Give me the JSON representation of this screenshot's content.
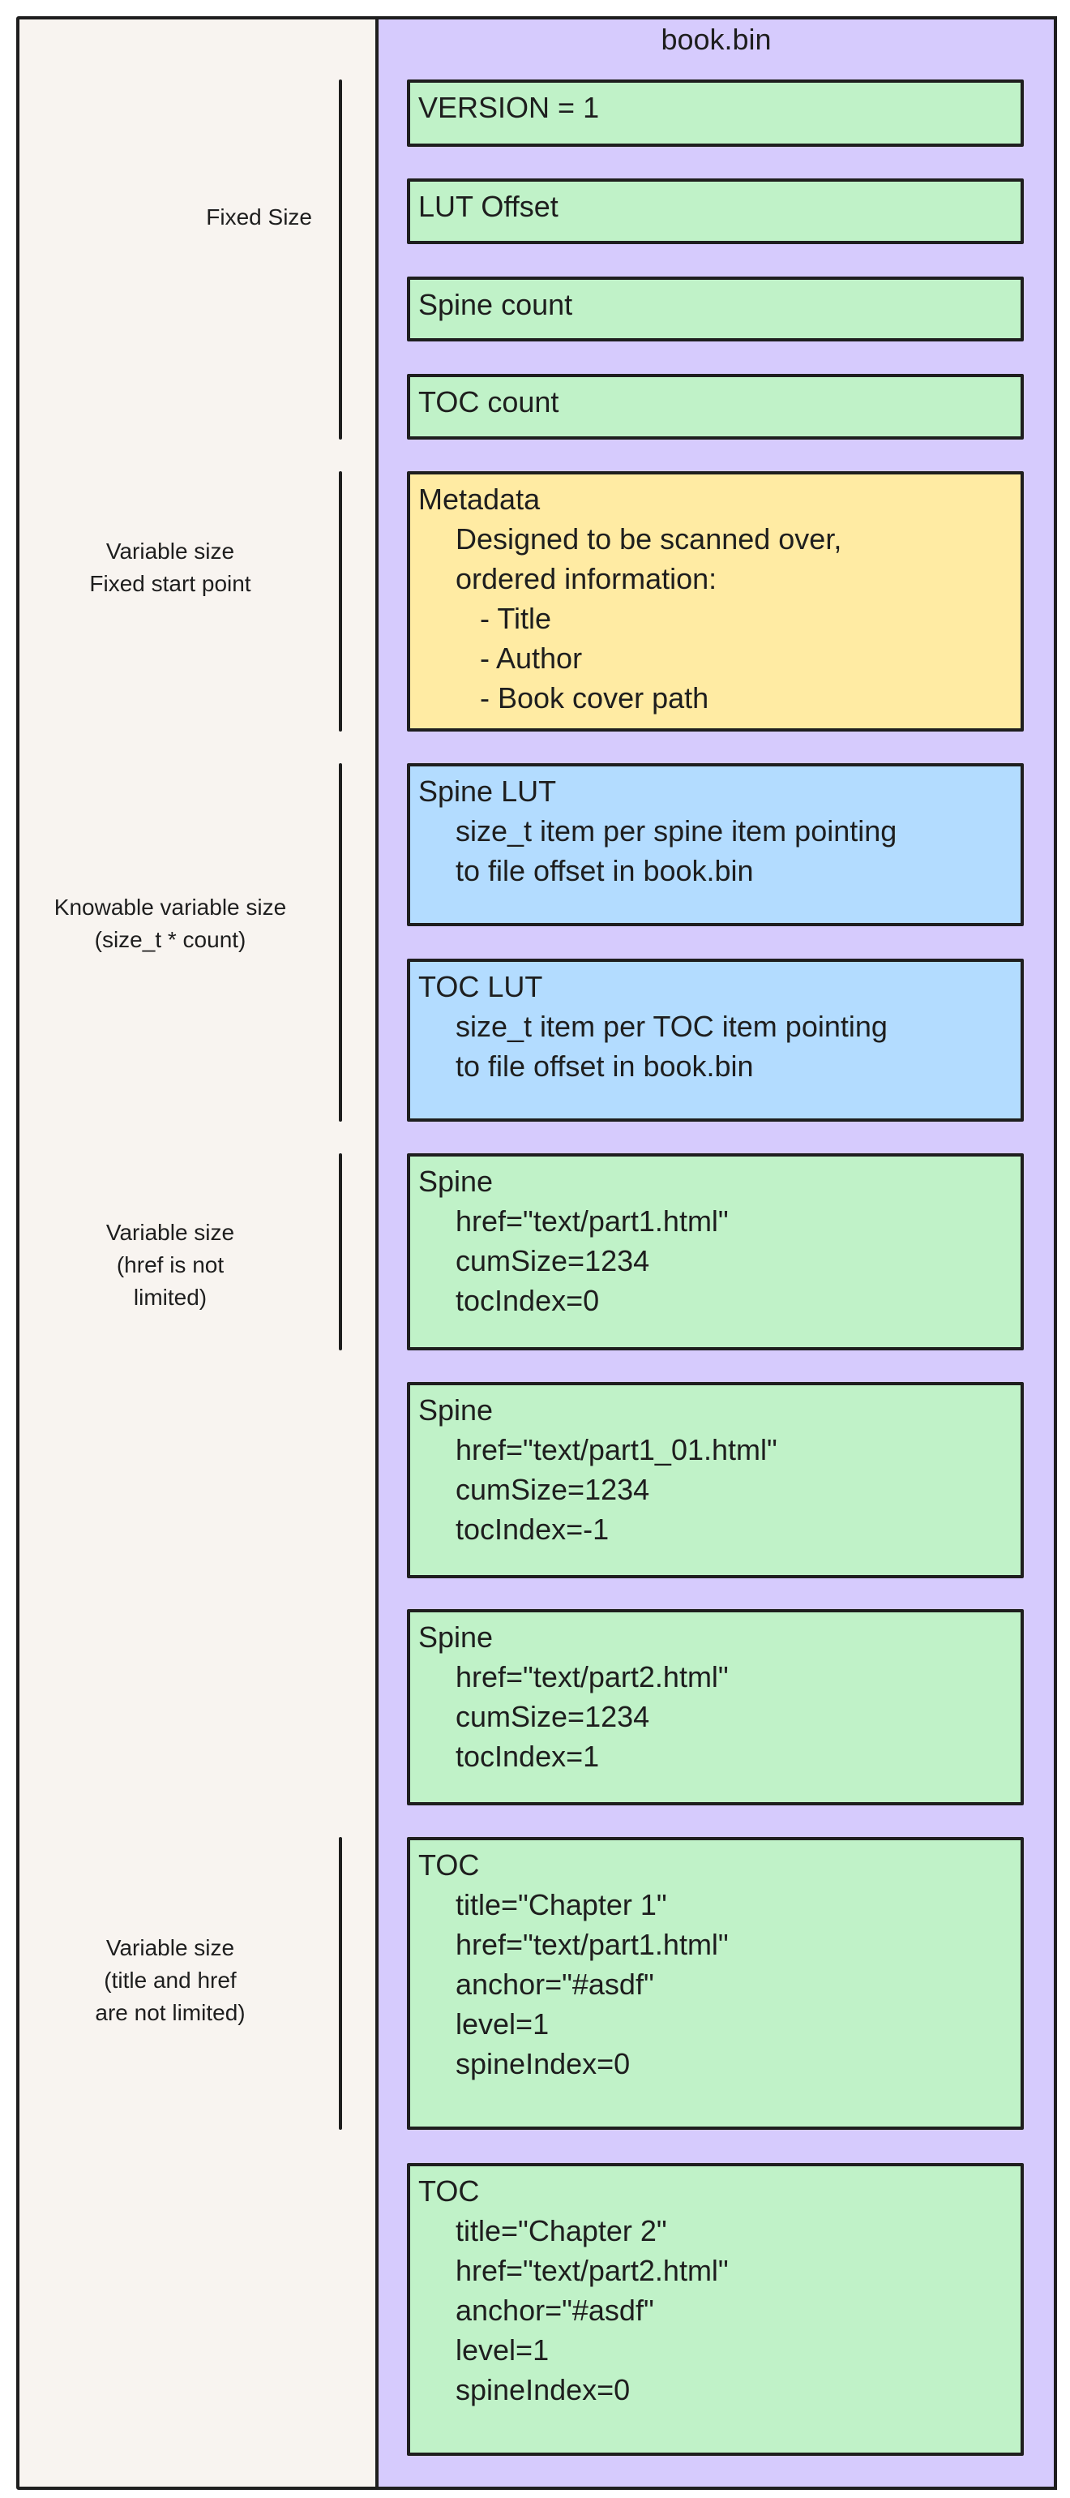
{
  "file_name": "book.bin",
  "colors": {
    "fixed": "#c0f2c8",
    "metadata": "#ffeba3",
    "lut": "#b3dcff",
    "file": "#d6cbfd",
    "background": "#f8f4f0"
  },
  "labels": [
    {
      "lines": [
        "Fixed Size"
      ]
    },
    {
      "lines": [
        "Variable size",
        "Fixed start point"
      ]
    },
    {
      "lines": [
        "Knowable variable size",
        "(size_t * count)"
      ]
    },
    {
      "lines": [
        "Variable size",
        "(href is not",
        "limited)"
      ]
    },
    {
      "lines": [
        "Variable size",
        "(title and href",
        "are not limited)"
      ]
    }
  ],
  "blocks": {
    "version": {
      "head": "VERSION = 1"
    },
    "lut_offset": {
      "head": "LUT Offset"
    },
    "spine_count": {
      "head": "Spine count"
    },
    "toc_count": {
      "head": "TOC count"
    },
    "metadata": {
      "head": "Metadata",
      "lines": [
        "Designed to be scanned over,",
        "ordered information:"
      ],
      "bullets": [
        "- Title",
        "- Author",
        "- Book cover path"
      ]
    },
    "spine_lut": {
      "head": "Spine LUT",
      "lines": [
        "size_t item per spine item pointing",
        "to file offset in book.bin"
      ]
    },
    "toc_lut": {
      "head": "TOC LUT",
      "lines": [
        "size_t item per TOC item pointing",
        "to file offset in book.bin"
      ]
    },
    "spine_1": {
      "head": "Spine",
      "lines": [
        "href=\"text/part1.html\"",
        "cumSize=1234",
        "tocIndex=0"
      ]
    },
    "spine_2": {
      "head": "Spine",
      "lines": [
        "href=\"text/part1_01.html\"",
        "cumSize=1234",
        "tocIndex=-1"
      ]
    },
    "spine_3": {
      "head": "Spine",
      "lines": [
        "href=\"text/part2.html\"",
        "cumSize=1234",
        "tocIndex=1"
      ]
    },
    "toc_1": {
      "head": "TOC",
      "lines": [
        "title=\"Chapter 1\"",
        "href=\"text/part1.html\"",
        "anchor=\"#asdf\"",
        "level=1",
        "spineIndex=0"
      ]
    },
    "toc_2": {
      "head": "TOC",
      "lines": [
        "title=\"Chapter 2\"",
        "href=\"text/part2.html\"",
        "anchor=\"#asdf\"",
        "level=1",
        "spineIndex=0"
      ]
    }
  }
}
